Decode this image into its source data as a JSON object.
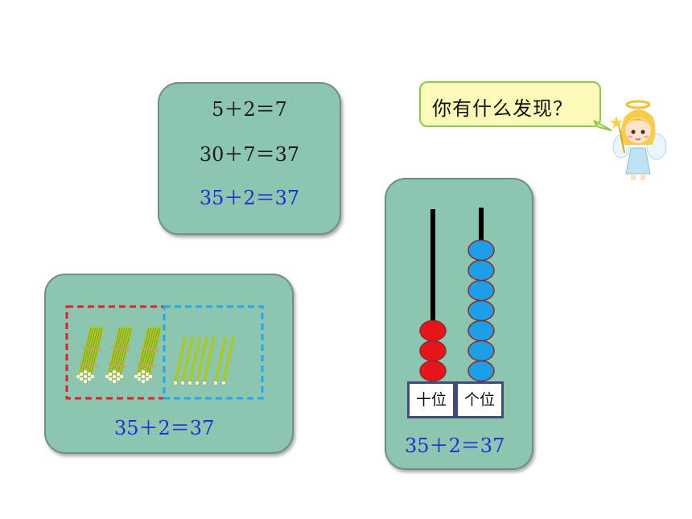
{
  "equations_card": {
    "line1": "5＋2＝7",
    "line2": "30＋7＝37",
    "line3": "35＋2＝37"
  },
  "speech_bubble": {
    "text": "你有什么发现？"
  },
  "bundle_card": {
    "equation": "35＋2＝37",
    "bundles_of_ten": 3,
    "single_sticks": 7
  },
  "abacus_card": {
    "tens_label": "十位",
    "ones_label": "个位",
    "tens_beads": 3,
    "ones_beads": 7,
    "equation": "35＋2＝37"
  },
  "colors": {
    "card_bg": "#8cc5b0",
    "equation_blue": "#1f2fd6",
    "tens_bead": "#e8141b",
    "ones_bead": "#1e9ee6",
    "tens_frame": "#e0202a",
    "ones_frame": "#24a9e8"
  }
}
